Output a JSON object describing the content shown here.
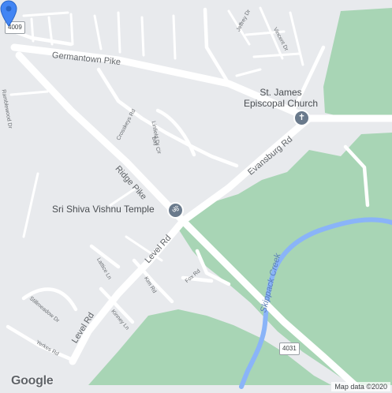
{
  "map": {
    "colors": {
      "land": "#e8eaed",
      "park": "#a8d5b5",
      "water": "#8ab4f8",
      "road": "#ffffff",
      "marker": "#4285f4"
    },
    "roads": {
      "germantown_pike": "Germantown Pike",
      "ridge_pike": "Ridge Pike",
      "evansburg_rd": "Evansburg Rd",
      "level_rd_1": "Level Rd",
      "level_rd_2": "Level Rd",
      "crosskeys_rd": "Crosskeys Rd",
      "bay_cir": "Bay Cir",
      "linfield_dr": "Linfield Dr",
      "ramblewood_dr": "Ramblewood Dr",
      "kim_rd": "Kim Rd",
      "fox_rd": "Fox Rd",
      "kinney_ln": "Kinney Ln",
      "yerkes_rd": "Yerkes Rd",
      "stillmeadow_dr": "Stillmeadow Dr",
      "lattice_ln": "Lattice Ln",
      "jeffrey_dr": "Jeffrey Dr",
      "vincent_dr": "Vincent Dr"
    },
    "route_shields": {
      "top_left": "4009",
      "bottom": "4031"
    },
    "water": {
      "creek": "Skippack Creek"
    },
    "poi": {
      "church_line1": "St. James",
      "church_line2": "Episcopal Church",
      "church_icon": "cross-icon",
      "temple": "Sri Shiva Vishnu Temple",
      "temple_icon": "om-icon"
    },
    "marker_icon": "location-pin-icon",
    "logo": "Google",
    "attribution": "Map data ©2020"
  }
}
